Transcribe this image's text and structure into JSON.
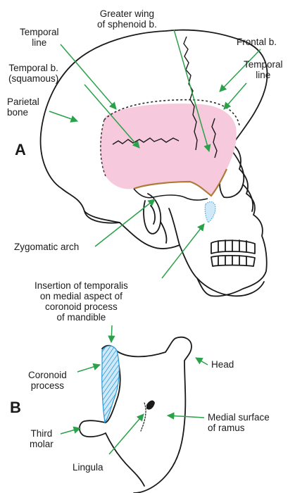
{
  "panels": {
    "a": "A",
    "b": "B"
  },
  "labels": {
    "greater_wing": [
      "Greater wing",
      "of sphenoid b."
    ],
    "temporal_line_left": [
      "Temporal",
      "line"
    ],
    "frontal_bone": [
      "Frontal b."
    ],
    "temporal_line_right": [
      "Temporal",
      "line"
    ],
    "temporal_bone": [
      "Temporal b.",
      "(squamous)"
    ],
    "parietal_bone": [
      "Parietal",
      "bone"
    ],
    "zygomatic_arch": [
      "Zygomatic arch"
    ],
    "insertion": [
      "Insertion of temporalis",
      "on medial aspect of",
      "coronoid process",
      "of mandible"
    ],
    "coronoid_process": [
      "Coronoid",
      "process"
    ],
    "head": [
      "Head"
    ],
    "third_molar": [
      "Third",
      "molar"
    ],
    "medial_surface": [
      "Medial surface",
      "of ramus"
    ],
    "lingula": [
      "Lingula"
    ]
  },
  "colors": {
    "outline": "#1a1a1a",
    "leader": "#2aa14a",
    "temporal_fossa": "#f7c9dc",
    "temporal_line": "#2b2b2b",
    "zygomatic_edge": "#b07a3a",
    "insertion_fill": "#9fd0ee",
    "insertion_stroke": "#2a9ad8"
  }
}
